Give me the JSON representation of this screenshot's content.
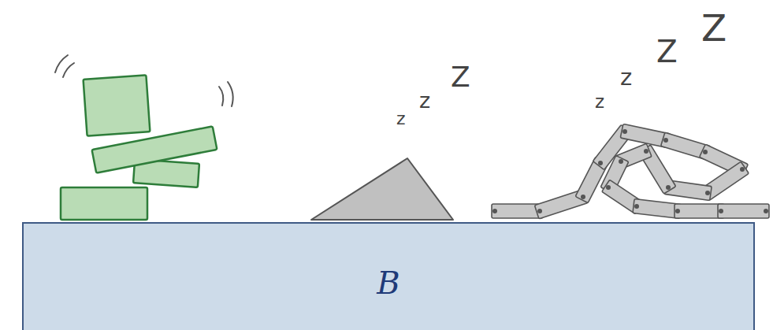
{
  "diagram": {
    "nodes": [
      {
        "text": [
          "B"
        ]
      }
    ],
    "labels": [
      "z",
      "z",
      "Z",
      "z",
      "z",
      "Z",
      "Z"
    ]
  }
}
